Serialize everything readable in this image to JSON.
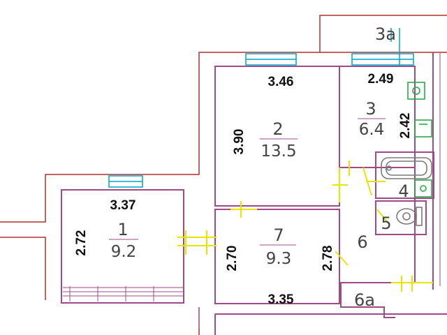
{
  "rooms": [
    {
      "id": "1",
      "number": "1",
      "area": "9.2",
      "width": "3.37",
      "height": "2.72"
    },
    {
      "id": "2",
      "number": "2",
      "area": "13.5",
      "width": "3.46",
      "height": "3.90"
    },
    {
      "id": "3",
      "number": "3",
      "area": "6.4",
      "width": "2.49",
      "height": "2.42"
    },
    {
      "id": "7",
      "number": "7",
      "area": "9.3",
      "width": "3.35",
      "height_left": "2.70",
      "height_right": "2.78"
    }
  ],
  "labels": {
    "room_3a": "3a",
    "room_4": "4",
    "room_5": "5",
    "room_6": "6",
    "room_6a": "6a"
  },
  "colors": {
    "wall_inner": "#a04a8a",
    "wall_outer": "#b03030",
    "window": "#00a6c8",
    "door": "#e6e600",
    "fixture_green": "#2aa84a"
  }
}
